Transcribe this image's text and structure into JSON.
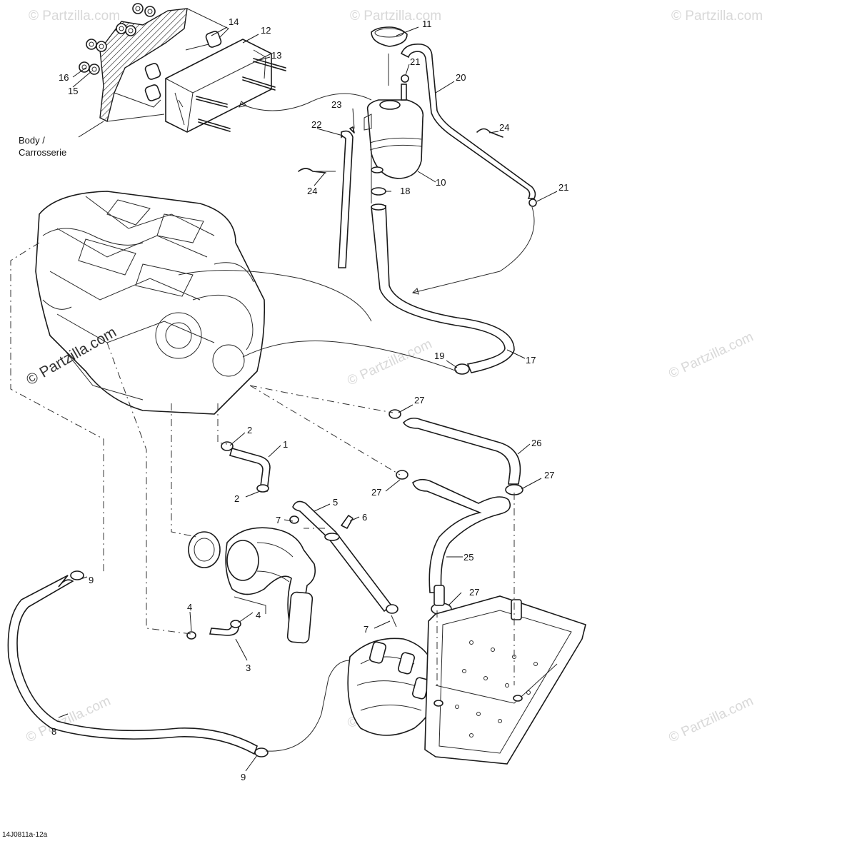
{
  "diagram": {
    "body_label_line1": "Body /",
    "body_label_line2": "Carrosserie",
    "footer_code": "14J0811a-12a",
    "watermark": "© Partzilla.com",
    "callouts": {
      "c1": "1",
      "c2a": "2",
      "c2b": "2",
      "c3": "3",
      "c4a": "4",
      "c4b": "4",
      "c5": "5",
      "c6": "6",
      "c7a": "7",
      "c7b": "7",
      "c8": "8",
      "c9a": "9",
      "c9b": "9",
      "c10": "10",
      "c11": "11",
      "c12": "12",
      "c13": "13",
      "c14": "14",
      "c15": "15",
      "c16": "16",
      "c17": "17",
      "c18": "18",
      "c19": "19",
      "c20": "20",
      "c21a": "21",
      "c21b": "21",
      "c22": "22",
      "c23": "23",
      "c24a": "24",
      "c24b": "24",
      "c25": "25",
      "c26": "26",
      "c27a": "27",
      "c27b": "27",
      "c27c": "27",
      "c27d": "27"
    }
  }
}
